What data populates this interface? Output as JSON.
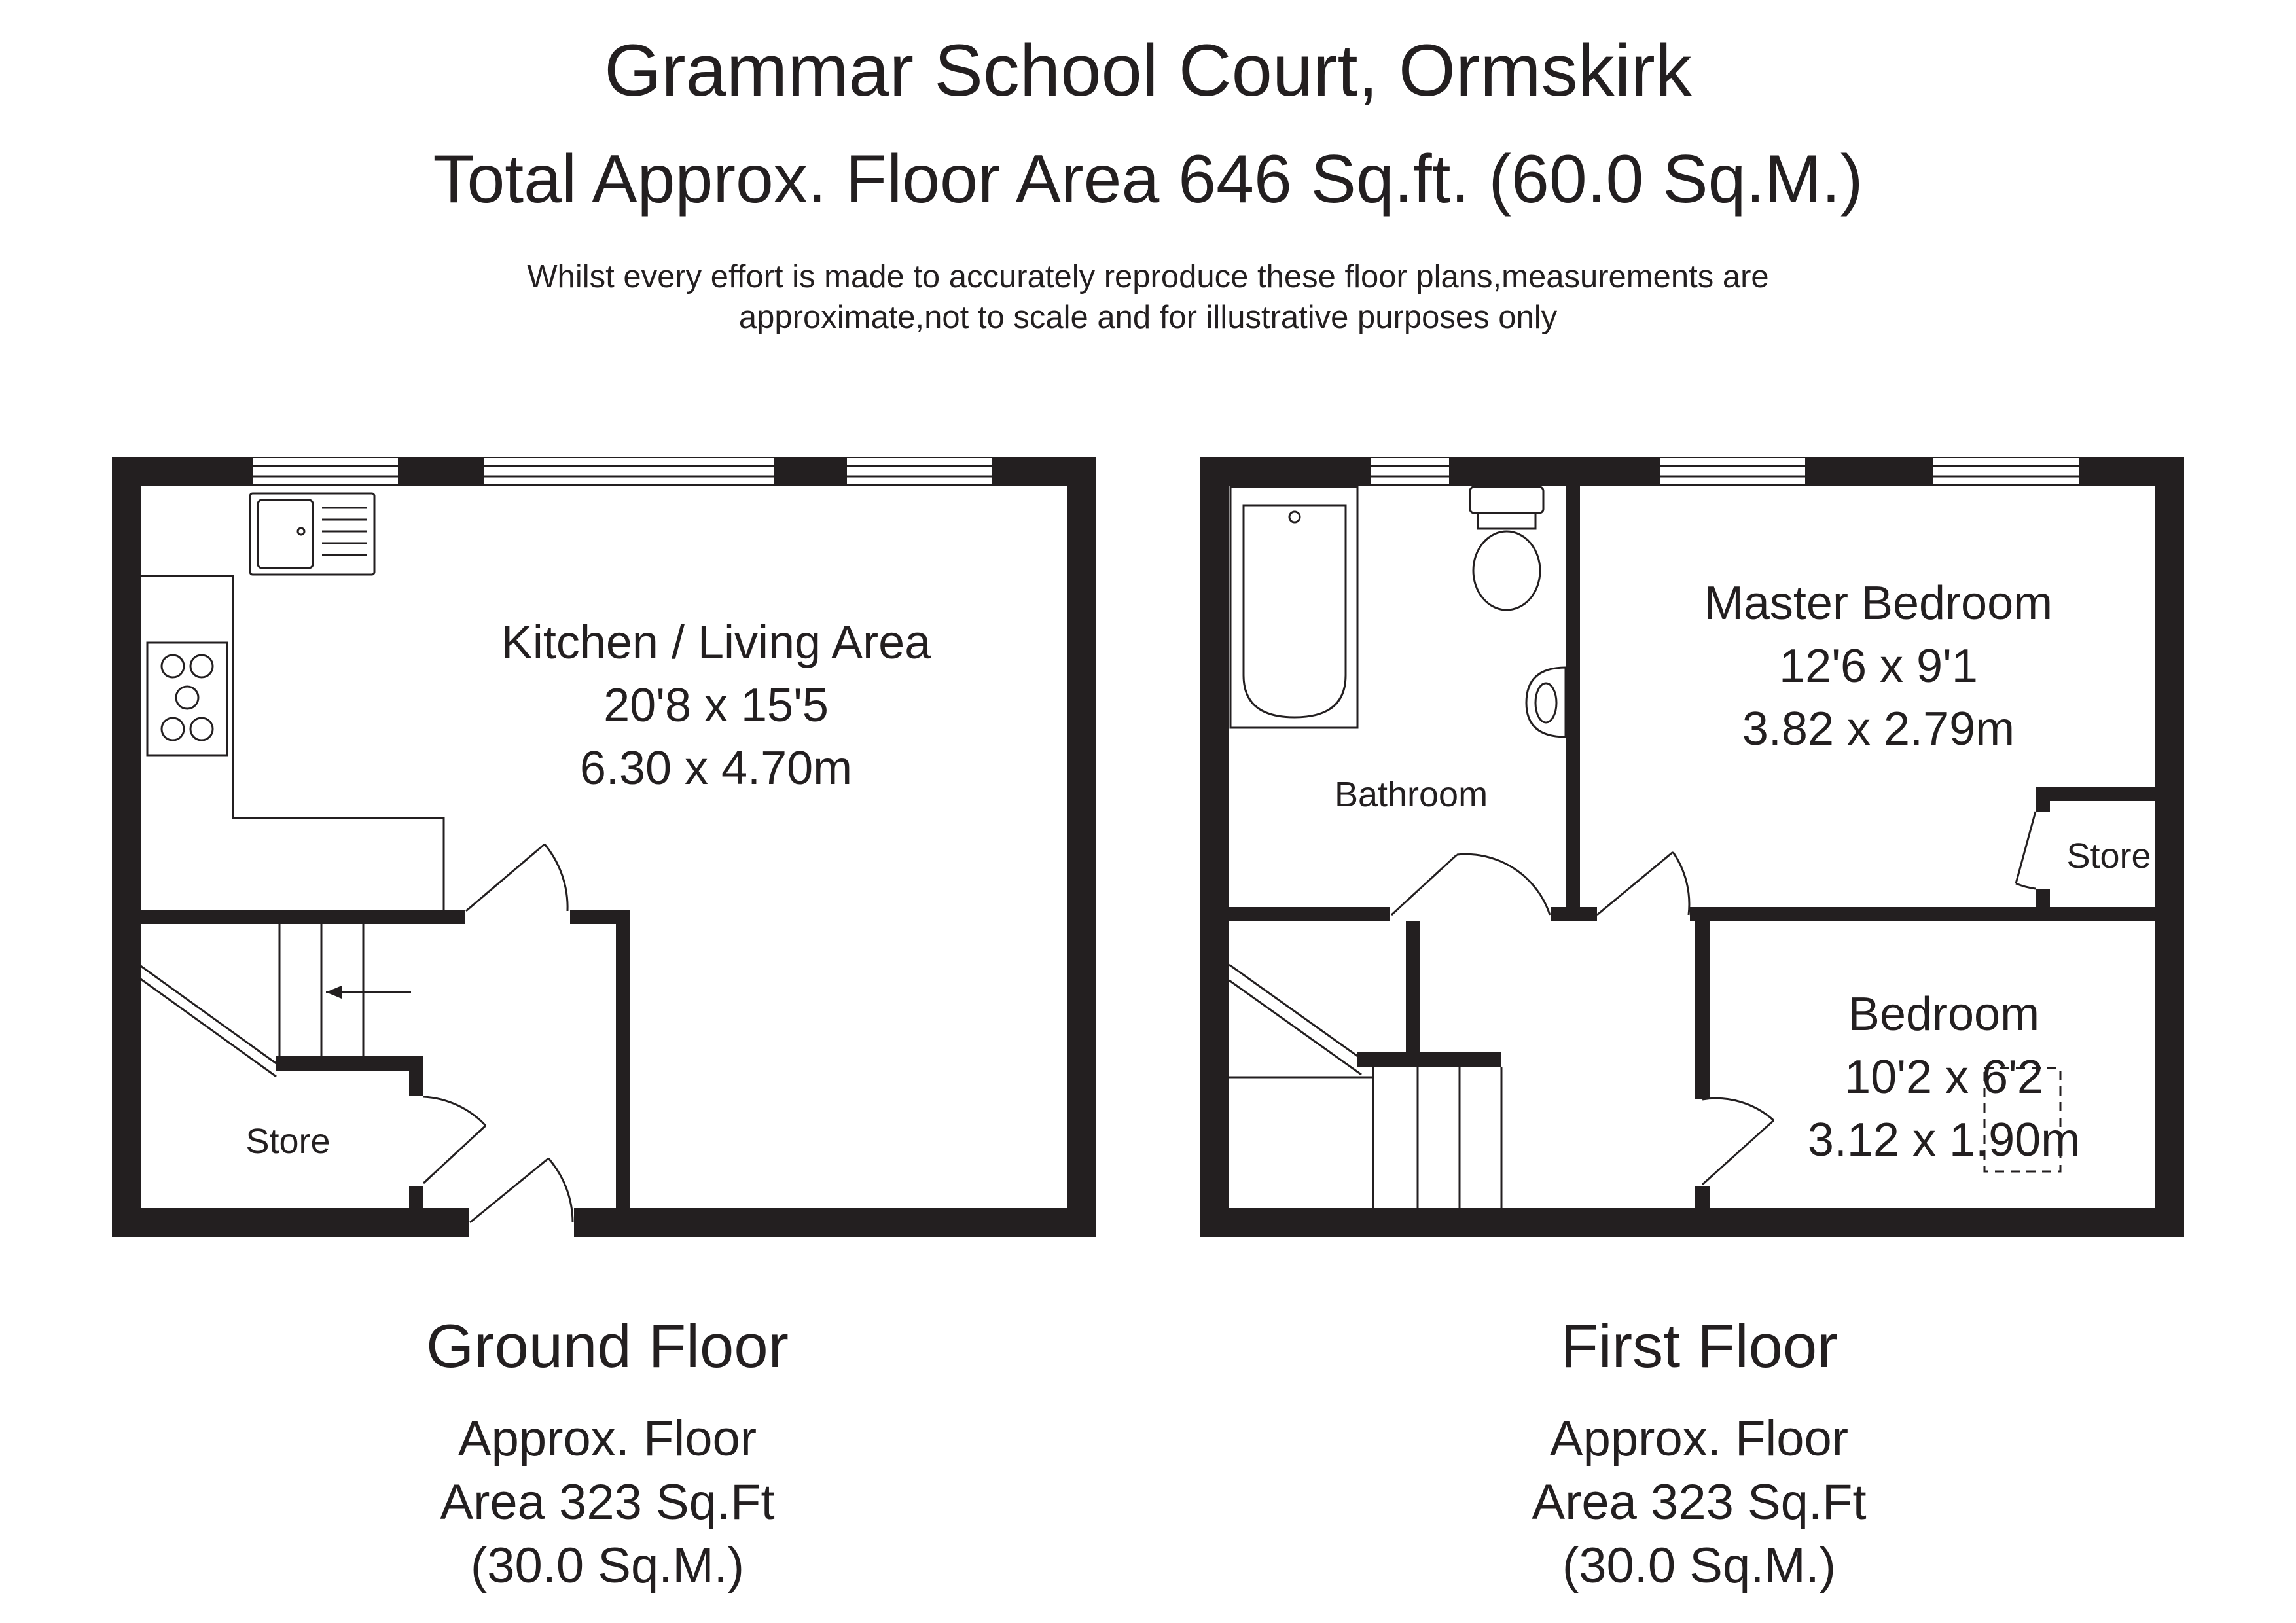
{
  "header": {
    "title": "Grammar School Court, Ormskirk",
    "total_area": "Total Approx. Floor Area 646 Sq.ft. (60.0 Sq.M.)",
    "disclaimer_line1": "Whilst every effort is made to accurately reproduce these floor plans,measurements are",
    "disclaimer_line2": "approximate,not to scale and for illustrative purposes only"
  },
  "ground_floor": {
    "label": "Ground Floor",
    "area_line1": "Approx. Floor",
    "area_line2": "Area 323 Sq.Ft",
    "area_line3": "(30.0 Sq.M.)",
    "rooms": {
      "kitchen_name": "Kitchen / Living Area",
      "kitchen_imperial": "20'8 x 15'5",
      "kitchen_metric": "6.30 x 4.70m",
      "store_name": "Store"
    }
  },
  "first_floor": {
    "label": "First Floor",
    "area_line1": "Approx. Floor",
    "area_line2": "Area 323 Sq.Ft",
    "area_line3": "(30.0 Sq.M.)",
    "rooms": {
      "bathroom_name": "Bathroom",
      "master_name": "Master Bedroom",
      "master_imperial": "12'6 x 9'1",
      "master_metric": "3.82 x 2.79m",
      "store_name": "Store",
      "bedroom_name": "Bedroom",
      "bedroom_imperial": "10'2 x 6'2",
      "bedroom_metric": "3.12 x 1.90m"
    }
  },
  "colors": {
    "wall": "#231f20",
    "text": "#231f20",
    "background": "#ffffff"
  }
}
